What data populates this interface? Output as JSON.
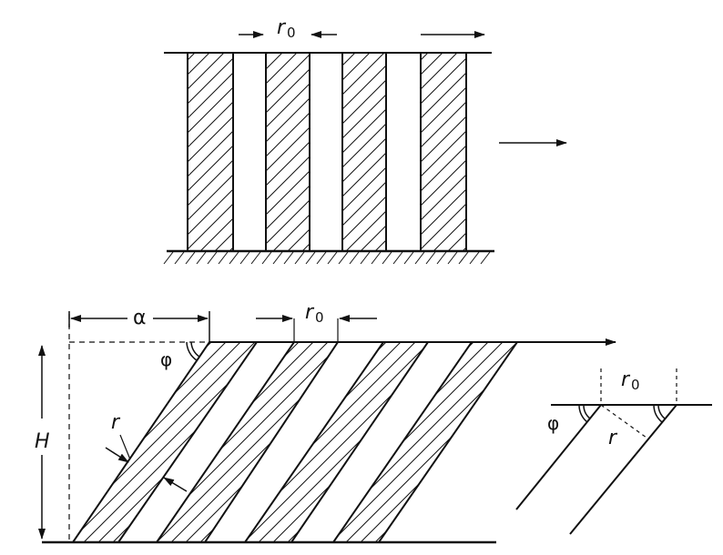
{
  "labels": {
    "r0_top": "r",
    "r0_top_sub": "0",
    "r0_bottom": "r",
    "r0_bottom_sub": "0",
    "r0_right": "r",
    "r0_right_sub": "0",
    "alpha": "α",
    "phi_left": "φ",
    "phi_right": "φ",
    "H": "H",
    "r_left": "r",
    "r_right": "r"
  },
  "colors": {
    "ink": "#111111",
    "background": "#ffffff"
  }
}
